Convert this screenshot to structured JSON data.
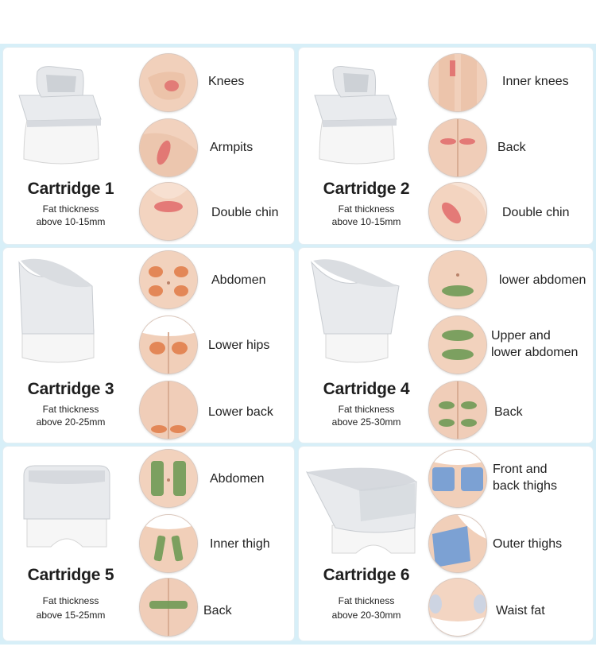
{
  "cartridges": [
    {
      "title": "Cartridge 1",
      "fat_label": "Fat thickness",
      "fat_range": "above 10-15mm",
      "zones": [
        {
          "label": [
            "Knees"
          ],
          "icon": "knees-zone-icon"
        },
        {
          "label": [
            "Armpits"
          ],
          "icon": "armpit-zone-icon"
        },
        {
          "label": [
            "Double chin"
          ],
          "icon": "chin-zone-icon"
        }
      ]
    },
    {
      "title": "Cartridge 2",
      "fat_label": "Fat thickness",
      "fat_range": "above 10-15mm",
      "zones": [
        {
          "label": [
            "Inner knees"
          ],
          "icon": "inner-knees-zone-icon"
        },
        {
          "label": [
            "Back"
          ],
          "icon": "back-zone-icon"
        },
        {
          "label": [
            "Double chin"
          ],
          "icon": "chin-zone-icon"
        }
      ]
    },
    {
      "title": "Cartridge 3",
      "fat_label": "Fat thickness",
      "fat_range": "above 20-25mm",
      "zones": [
        {
          "label": [
            "Abdomen"
          ],
          "icon": "abdomen-zone-icon"
        },
        {
          "label": [
            "Lower hips"
          ],
          "icon": "lower-hips-zone-icon"
        },
        {
          "label": [
            "Lower back"
          ],
          "icon": "lower-back-zone-icon"
        }
      ]
    },
    {
      "title": "Cartridge 4",
      "fat_label": "Fat thickness",
      "fat_range": "above 25-30mm",
      "zones": [
        {
          "label": [
            "lower abdomen"
          ],
          "icon": "lower-abdomen-zone-icon"
        },
        {
          "label": [
            "Upper and",
            "lower abdomen"
          ],
          "icon": "upper-lower-abdomen-zone-icon"
        },
        {
          "label": [
            "Back"
          ],
          "icon": "back-zone-icon"
        }
      ]
    },
    {
      "title": "Cartridge 5",
      "fat_label": "Fat thickness",
      "fat_range": "above 15-25mm",
      "zones": [
        {
          "label": [
            "Abdomen"
          ],
          "icon": "abdomen-zone-icon"
        },
        {
          "label": [
            "Inner thigh"
          ],
          "icon": "inner-thigh-zone-icon"
        },
        {
          "label": [
            "Back"
          ],
          "icon": "back-zone-icon"
        }
      ]
    },
    {
      "title": "Cartridge 6",
      "fat_label": "Fat thickness",
      "fat_range": "above 20-30mm",
      "zones": [
        {
          "label": [
            "Front and",
            "back thighs"
          ],
          "icon": "thighs-zone-icon"
        },
        {
          "label": [
            "Outer thighs"
          ],
          "icon": "outer-thighs-zone-icon"
        },
        {
          "label": [
            "Waist fat"
          ],
          "icon": "waist-zone-icon"
        }
      ]
    }
  ],
  "colors": {
    "frame": "#d7eff8",
    "skin": "#f3d3bf",
    "zone_red": "#e06a6a",
    "zone_orange": "#e07a45",
    "zone_green": "#6f9a55",
    "zone_blue": "#6f9bd6"
  }
}
